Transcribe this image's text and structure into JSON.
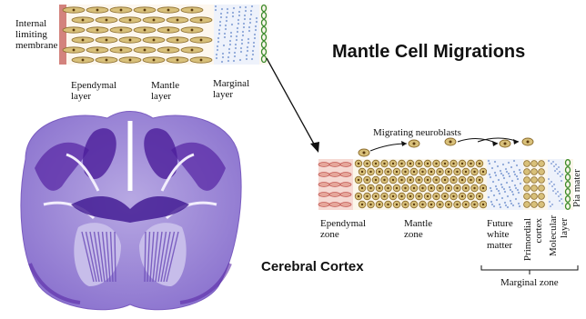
{
  "title": "Mantle Cell Migrations",
  "caption": "Cerebral Cortex",
  "top_diagram": {
    "left_label": "Internal\nlimiting\nmembrane",
    "layer_labels": [
      "Ependymal\nlayer",
      "Mantle\nlayer",
      "Marginal\nlayer"
    ]
  },
  "right_diagram": {
    "migrating_label": "Migrating neuroblasts",
    "zone_labels": [
      "Ependymal\nzone",
      "Mantle\nzone",
      "Future\nwhite\nmatter"
    ],
    "rotated_labels": [
      "Primordial\ncortex",
      "Molecular\nlayer",
      "Pia mater"
    ],
    "marginal_zone_label": "Marginal zone"
  },
  "colors": {
    "cell_fill": "#d8c07a",
    "cell_stroke": "#8a6a2a",
    "ependymal_red": "#c0504d",
    "marginal_blue": "#8ea7d8",
    "pia_green": "#3a8a2a",
    "brain_purple": "#6b3fb0",
    "brain_light": "#a99ad8"
  }
}
